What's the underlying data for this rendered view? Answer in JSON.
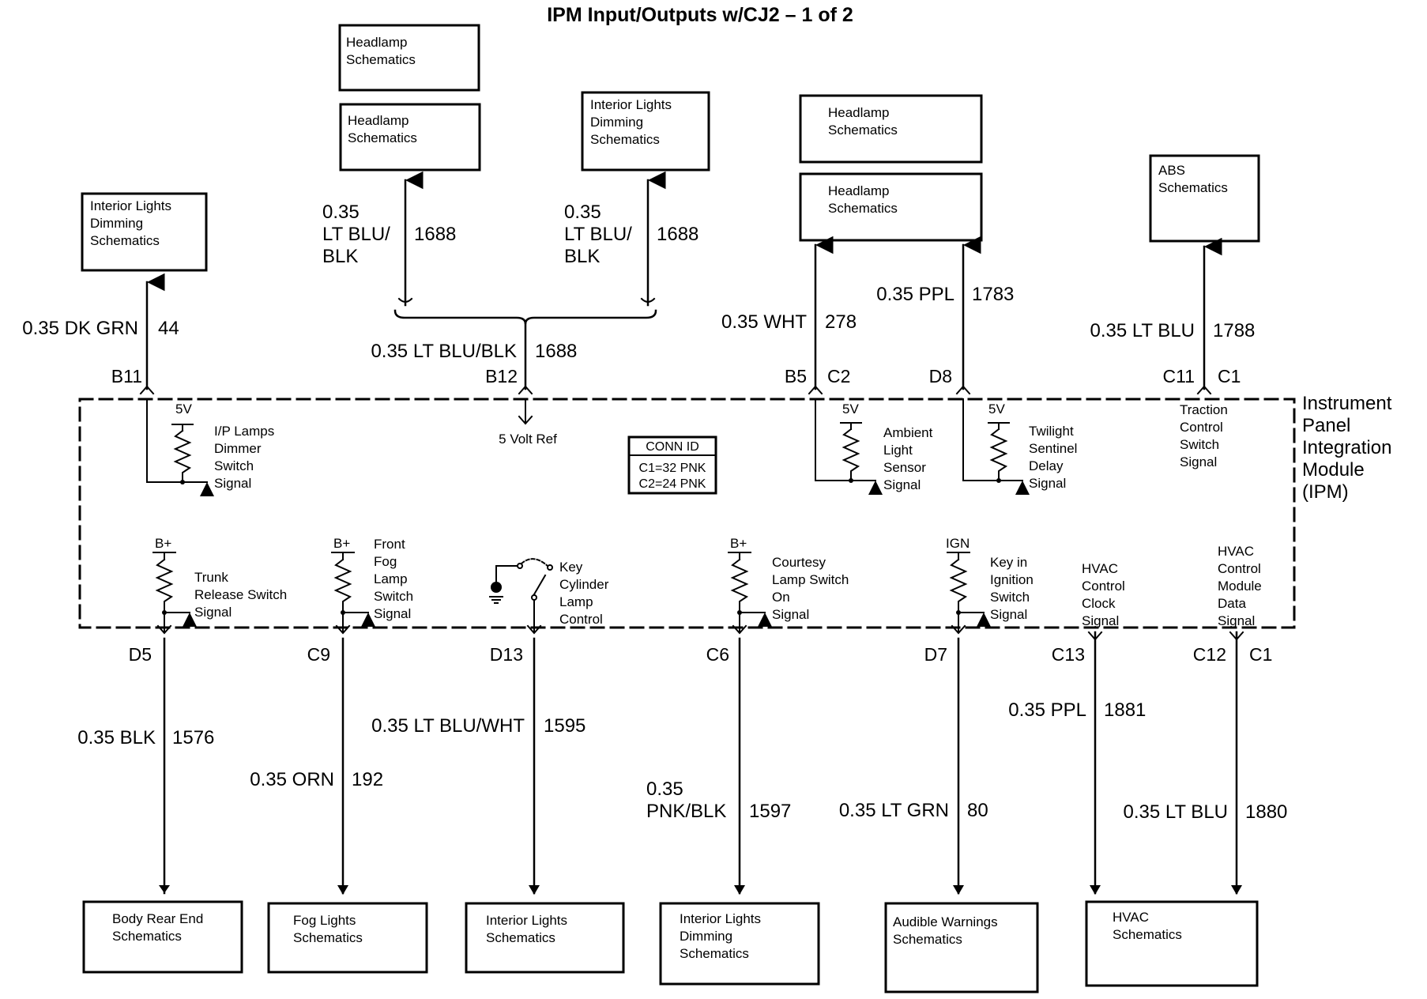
{
  "title": "IPM Input/Outputs w/CJ2 – 1 of 2",
  "module": {
    "label": [
      "Instrument",
      "Panel",
      "Integration",
      "Module",
      "(IPM)"
    ]
  },
  "conn_id": {
    "header": "CONN ID",
    "c1": "C1=32 PNK",
    "c2": "C2=24 PNK"
  },
  "five_volt_ref": "5 Volt Ref",
  "top_boxes": {
    "b11": [
      "Interior Lights",
      "Dimming",
      "Schematics"
    ],
    "b12_left_upper": [
      "Headlamp",
      "Schematics"
    ],
    "b12_left_lower": [
      "Headlamp",
      "Schematics"
    ],
    "b12_right": [
      "Interior Lights",
      "Dimming",
      "Schematics"
    ],
    "b5_upper": [
      "Headlamp",
      "Schematics"
    ],
    "b5_lower": [
      "Headlamp",
      "Schematics"
    ],
    "c11": [
      "ABS",
      "Schematics"
    ]
  },
  "bottom_boxes": {
    "d5": [
      "Body Rear End",
      "Schematics"
    ],
    "c9": [
      "Fog Lights",
      "Schematics"
    ],
    "d13": [
      "Interior Lights",
      "Schematics"
    ],
    "c6": [
      "Interior Lights",
      "Dimming",
      "Schematics"
    ],
    "d7": [
      "Audible Warnings",
      "Schematics"
    ],
    "c13": [
      "HVAC",
      "Schematics"
    ]
  },
  "top_wires": {
    "b11": {
      "color": "0.35 DK GRN",
      "circuit": "44",
      "pin": "B11"
    },
    "b12": {
      "color": "0.35 LT BLU/BLK",
      "circuit": "1688",
      "pin": "B12"
    },
    "b12_left": {
      "color": [
        "0.35",
        "LT BLU/",
        "BLK"
      ],
      "circuit": "1688"
    },
    "b12_right": {
      "color": [
        "0.35",
        "LT BLU/",
        "BLK"
      ],
      "circuit": "1688"
    },
    "b5": {
      "color": "0.35 WHT",
      "circuit": "278",
      "pin": "B5",
      "conn": "C2"
    },
    "d8": {
      "color": "0.35 PPL",
      "circuit": "1783",
      "pin": "D8"
    },
    "c11": {
      "color": "0.35 LT BLU",
      "circuit": "1788",
      "pin": "C11",
      "conn": "C1"
    }
  },
  "bottom_wires": {
    "d5": {
      "color": "0.35 BLK",
      "circuit": "1576",
      "pin": "D5"
    },
    "c9": {
      "color": "0.35 ORN",
      "circuit": "192",
      "pin": "C9"
    },
    "d13": {
      "color": "0.35 LT BLU/WHT",
      "circuit": "1595",
      "pin": "D13"
    },
    "c6": {
      "color": [
        "0.35",
        "PNK/BLK"
      ],
      "circuit": "1597",
      "pin": "C6"
    },
    "d7": {
      "color": "0.35 LT GRN",
      "circuit": "80",
      "pin": "D7"
    },
    "c13": {
      "color": "0.35 PPL",
      "circuit": "1881",
      "pin": "C13"
    },
    "c12": {
      "color": "0.35 LT BLU",
      "circuit": "1880",
      "pin": "C12",
      "conn": "C1"
    }
  },
  "internal_top": {
    "b11": {
      "supply": "5V",
      "label": [
        "I/P Lamps",
        "Dimmer",
        "Switch",
        "Signal"
      ]
    },
    "b5": {
      "supply": "5V",
      "label": [
        "Ambient",
        "Light",
        "Sensor",
        "Signal"
      ]
    },
    "d8": {
      "supply": "5V",
      "label": [
        "Twilight",
        "Sentinel",
        "Delay",
        "Signal"
      ]
    },
    "c11": {
      "label": [
        "Traction",
        "Control",
        "Switch",
        "Signal"
      ]
    }
  },
  "internal_bottom": {
    "d5": {
      "supply": "B+",
      "label": [
        "Trunk",
        "Release Switch",
        "Signal"
      ]
    },
    "c9": {
      "supply": "B+",
      "label": [
        "Front",
        "Fog",
        "Lamp",
        "Switch",
        "Signal"
      ]
    },
    "d13": {
      "label": [
        "Key",
        "Cylinder",
        "Lamp",
        "Control"
      ]
    },
    "c6": {
      "supply": "B+",
      "label": [
        "Courtesy",
        "Lamp Switch",
        "On",
        "Signal"
      ]
    },
    "d7": {
      "supply": "IGN",
      "label": [
        "Key in",
        "Ignition",
        "Switch",
        "Signal"
      ]
    },
    "c13": {
      "label": [
        "HVAC",
        "Control",
        "Clock",
        "Signal"
      ]
    },
    "c12": {
      "label": [
        "HVAC",
        "Control",
        "Module",
        "Data",
        "Signal"
      ]
    }
  }
}
